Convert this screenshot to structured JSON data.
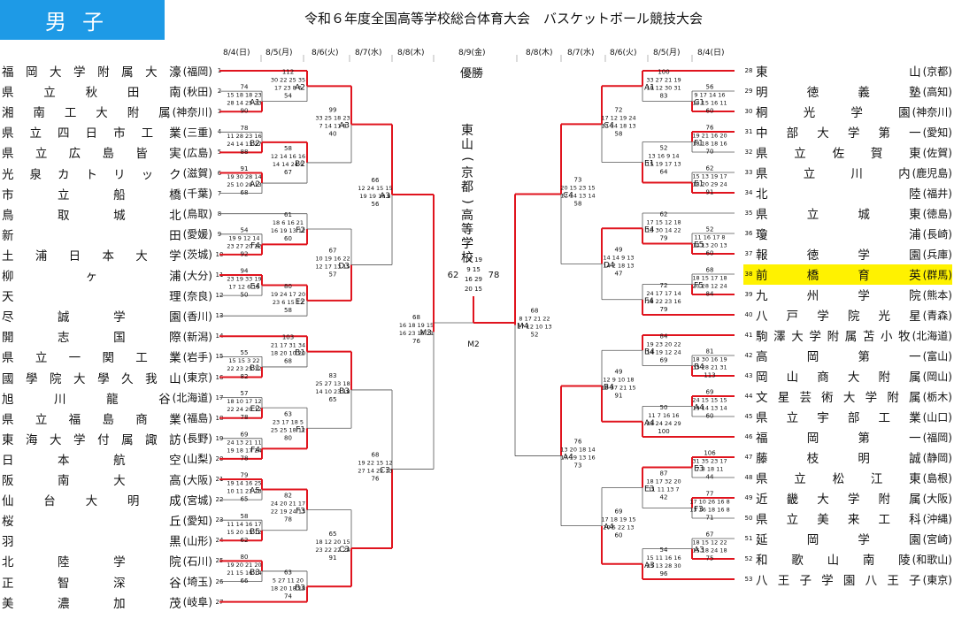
{
  "header": {
    "gender": "男子",
    "title": "令和６年度全国高等学校総合体育大会　バスケットボール競技大会"
  },
  "dates": {
    "left": [
      "8/4(日)",
      "8/5(月)",
      "8/6(火)",
      "8/7(水)",
      "8/8(木)"
    ],
    "center": "8/9(金)",
    "right": [
      "8/8(木)",
      "8/7(水)",
      "8/6(火)",
      "8/5(月)",
      "8/4(日)"
    ]
  },
  "champion": {
    "label": "優勝",
    "team": "東山",
    "pref": "京都",
    "trailing": "高等学校"
  },
  "left_teams": [
    {
      "no": "1",
      "name": "福岡大学附属大濠",
      "pref": "福岡"
    },
    {
      "no": "2",
      "name": "県立秋田南",
      "pref": "秋田"
    },
    {
      "no": "3",
      "name": "湘南工大附属",
      "pref": "神奈川"
    },
    {
      "no": "4",
      "name": "県立四日市工業",
      "pref": "三重"
    },
    {
      "no": "5",
      "name": "県立広島皆実",
      "pref": "広島"
    },
    {
      "no": "6",
      "name": "光泉カトリック",
      "pref": "滋賀"
    },
    {
      "no": "7",
      "name": "市立船橋",
      "pref": "千葉"
    },
    {
      "no": "8",
      "name": "鳥取城北",
      "pref": "鳥取"
    },
    {
      "no": "9",
      "name": "新田",
      "pref": "愛媛"
    },
    {
      "no": "10",
      "name": "土浦日本大学",
      "pref": "茨城"
    },
    {
      "no": "11",
      "name": "柳ヶ浦",
      "pref": "大分"
    },
    {
      "no": "12",
      "name": "天理",
      "pref": "奈良"
    },
    {
      "no": "13",
      "name": "尽誠学園",
      "pref": "香川"
    },
    {
      "no": "14",
      "name": "開志国際",
      "pref": "新潟"
    },
    {
      "no": "15",
      "name": "県立一関工業",
      "pref": "岩手"
    },
    {
      "no": "16",
      "name": "國學院大學久我山",
      "pref": "東京"
    },
    {
      "no": "17",
      "name": "旭川龍谷",
      "pref": "北海道"
    },
    {
      "no": "18",
      "name": "県立福島商業",
      "pref": "福島"
    },
    {
      "no": "19",
      "name": "東海大学付属諏訪",
      "pref": "長野"
    },
    {
      "no": "20",
      "name": "日本航空",
      "pref": "山梨"
    },
    {
      "no": "21",
      "name": "阪南大高",
      "pref": "大阪"
    },
    {
      "no": "22",
      "name": "仙台大明成",
      "pref": "宮城"
    },
    {
      "no": "23",
      "name": "桜丘",
      "pref": "愛知"
    },
    {
      "no": "24",
      "name": "羽黒",
      "pref": "山形"
    },
    {
      "no": "25",
      "name": "北陸学院",
      "pref": "石川"
    },
    {
      "no": "26",
      "name": "正智深谷",
      "pref": "埼玉"
    },
    {
      "no": "27",
      "name": "美濃加茂",
      "pref": "岐阜"
    }
  ],
  "right_teams": [
    {
      "no": "28",
      "name": "東山",
      "pref": "京都"
    },
    {
      "no": "29",
      "name": "明徳義塾",
      "pref": "高知"
    },
    {
      "no": "30",
      "name": "桐光学園",
      "pref": "神奈川"
    },
    {
      "no": "31",
      "name": "中部大学第一",
      "pref": "愛知"
    },
    {
      "no": "32",
      "name": "県立佐賀東",
      "pref": "佐賀"
    },
    {
      "no": "33",
      "name": "県立川内",
      "pref": "鹿児島"
    },
    {
      "no": "34",
      "name": "北陸",
      "pref": "福井"
    },
    {
      "no": "35",
      "name": "県立城東",
      "pref": "徳島"
    },
    {
      "no": "36",
      "name": "瓊浦",
      "pref": "長崎"
    },
    {
      "no": "37",
      "name": "報徳学園",
      "pref": "兵庫"
    },
    {
      "no": "38",
      "name": "前橋育英",
      "pref": "群馬",
      "highlight": "#fff200"
    },
    {
      "no": "39",
      "name": "九州学院",
      "pref": "熊本"
    },
    {
      "no": "40",
      "name": "八戸学院光星",
      "pref": "青森"
    },
    {
      "no": "41",
      "name": "駒澤大学附属苫小牧",
      "pref": "北海道"
    },
    {
      "no": "42",
      "name": "高岡第一",
      "pref": "富山"
    },
    {
      "no": "43",
      "name": "岡山商大附属",
      "pref": "岡山"
    },
    {
      "no": "44",
      "name": "文星芸術大学附属",
      "pref": "栃木"
    },
    {
      "no": "45",
      "name": "県立宇部工業",
      "pref": "山口"
    },
    {
      "no": "46",
      "name": "福岡第一",
      "pref": "福岡"
    },
    {
      "no": "47",
      "name": "藤枝明誠",
      "pref": "静岡"
    },
    {
      "no": "48",
      "name": "県立松江東",
      "pref": "島根"
    },
    {
      "no": "49",
      "name": "近畿大学附属",
      "pref": "大阪"
    },
    {
      "no": "50",
      "name": "県立美来工科",
      "pref": "沖縄"
    },
    {
      "no": "51",
      "name": "延岡学園",
      "pref": "宮崎"
    },
    {
      "no": "52",
      "name": "和歌山南陵",
      "pref": "和歌山"
    },
    {
      "no": "53",
      "name": "八王子学園八王子",
      "pref": "東京"
    }
  ],
  "final": {
    "left_total": "62",
    "right_total": "78",
    "quarters": [
      [
        "17",
        "19"
      ],
      [
        "9",
        "15"
      ],
      [
        "16",
        "29"
      ],
      [
        "20",
        "15"
      ]
    ]
  },
  "scores": {
    "L_r1_1": {
      "court": "A1",
      "top": "74",
      "top_q": "15 18 18 23",
      "bot_q": "28 14 25 23",
      "bot": "90"
    },
    "L_r1_2": {
      "court": "B2",
      "top": "78",
      "top_q": "11 28 23 16",
      "bot_q": "24 14 13 27",
      "bot": "88"
    },
    "L_r1_3": {
      "court": "A2",
      "top": "91",
      "top_q": "19 30 28 14",
      "bot_q": "25 10 20 13",
      "bot": "68"
    },
    "L_r1_4": {
      "court": "F4",
      "top": "54",
      "top_q": "19 9 12 14",
      "bot_q": "23 27 20 22",
      "bot": "92"
    },
    "L_r1_5": {
      "court": "E4",
      "top": "94",
      "top_q": "23 19 33 19",
      "bot_q": "17 12 6 15",
      "bot": "50"
    },
    "L_r1_6": {
      "court": "B1",
      "top": "55",
      "top_q": "15 15 3 22",
      "bot_q": "22 23 25 12",
      "bot": "82"
    },
    "L_r1_7": {
      "court": "E2",
      "top": "57",
      "top_q": "18 10 17 12",
      "bot_q": "22 24 20 12",
      "bot": "78"
    },
    "L_r1_8": {
      "court": "F4",
      "top": "69",
      "top_q": "24 13 21 11",
      "bot_q": "19 18 17 24",
      "bot": "78"
    },
    "L_r1_9": {
      "court": "A5",
      "top": "79",
      "top_q": "19 14 16 25",
      "bot_q": "10 11 21 23",
      "bot": "65"
    },
    "L_r1_10": {
      "court": "B5",
      "top": "58",
      "top_q": "11 14 16 17",
      "bot_q": "15 20 15 12",
      "bot": "62"
    },
    "L_r1_11": {
      "court": "B3",
      "top": "80",
      "top_q": "19 20 21 20",
      "bot_q": "21 15 16 14",
      "bot": "66"
    },
    "L_r2_1": {
      "court": "A2",
      "top": "112",
      "top_q": "30 22 25 35",
      "bot_q": "17 23 8 6",
      "bot": "54"
    },
    "L_r2_2": {
      "court": "B2",
      "top": "58",
      "top_q": "12 14 16 16",
      "bot_q": "14 14 24 5",
      "bot": "67"
    },
    "L_r2_3": {
      "court": "F2",
      "top": "61",
      "top_q": "18 6 16 21",
      "bot_q": "16 19 13 12",
      "bot": "60"
    },
    "L_r2_4": {
      "court": "E2",
      "top": "80",
      "top_q": "19 24 17 20",
      "bot_q": "23 6 15 12",
      "bot": "58"
    },
    "L_r2_5": {
      "court": "B1",
      "top": "103",
      "top_q": "21 17 31 34",
      "bot_q": "18 20 10 20",
      "bot": "68"
    },
    "L_r2_6": {
      "court": "F1",
      "top": "63",
      "top_q": "23 17 18 5",
      "bot_q": "25 25 18 12",
      "bot": "80"
    },
    "L_r2_7": {
      "court": "F3",
      "top": "82",
      "top_q": "24 20 21 17",
      "bot_q": "22 19 24 13",
      "bot": "78"
    },
    "L_r2_8": {
      "court": "B3",
      "top": "63",
      "top_q": "5 27 11 20",
      "bot_q": "18 20 18 18",
      "bot": "74"
    },
    "L_r3_1": {
      "court": "A3",
      "top": "99",
      "top_q": "33 25 18 23",
      "bot_q": "7 14 11 8",
      "bot": "40"
    },
    "L_r3_2": {
      "court": "D3",
      "top": "67",
      "top_q": "10 19 16 22",
      "bot_q": "12 17 13 15",
      "bot": "57"
    },
    "L_r3_3": {
      "court": "B3",
      "top": "83",
      "top_q": "25 27 13 18",
      "bot_q": "14 10 23 18",
      "bot": "65"
    },
    "L_r3_4": {
      "court": "C3",
      "top": "65",
      "top_q": "18 12 20 15",
      "bot_q": "23 22 22 24",
      "bot": "91"
    },
    "L_r4_1": {
      "court": "A3",
      "top": "66",
      "top_q": "12 24 15 15",
      "bot_q": "19 19 10 8",
      "bot": "56"
    },
    "L_r4_2": {
      "court": "C3",
      "top": "68",
      "top_q": "19 22 15 12",
      "bot_q": "27 14 22 13",
      "bot": "76"
    },
    "L_sf": {
      "court": "M3",
      "top": "68",
      "top_q": "16 18 19 15",
      "bot_q": "16 23 16 21",
      "bot": "76"
    },
    "R_sf": {
      "court": "M4",
      "top": "68",
      "top_q": "8 17 21 22",
      "bot_q": "17 12 10 13",
      "bot": "52"
    },
    "R_r4_1": {
      "court": "C4",
      "top": "73",
      "top_q": "20 15 23 15",
      "bot_q": "17 14 13 14",
      "bot": "58"
    },
    "R_r4_2": {
      "court": "A4",
      "top": "76",
      "top_q": "13 20 18 14",
      "bot_q": "17 19 13 16",
      "bot": "73"
    },
    "R_r3_1": {
      "court": "C4",
      "top": "72",
      "top_q": "17 12 19 24",
      "bot_q": "13 14 18 13",
      "bot": "58"
    },
    "R_r3_2": {
      "court": "D4",
      "top": "49",
      "top_q": "14 14 9 13",
      "bot_q": "14 2 18 13",
      "bot": "47"
    },
    "R_r3_3": {
      "court": "B4",
      "top": "49",
      "top_q": "12 9 10 18",
      "bot_q": "18 37 21 15",
      "bot": "91"
    },
    "R_r3_4": {
      "court": "A4",
      "top": "69",
      "top_q": "17 18 19 15",
      "bot_q": "20 5 22 13",
      "bot": "60"
    },
    "R_r2_1": {
      "court": "A1",
      "top": "100",
      "top_q": "33 27 21 19",
      "bot_q": "10 12 30 31",
      "bot": "83"
    },
    "R_r2_2": {
      "court": "E1",
      "top": "52",
      "top_q": "13 16 9 14",
      "bot_q": "15 19 17 13",
      "bot": "64"
    },
    "R_r2_3": {
      "court": "E4",
      "top": "62",
      "top_q": "17 15 12 18",
      "bot_q": "13 30 14 22",
      "bot": "79"
    },
    "R_r2_4": {
      "court": "F4",
      "top": "72",
      "top_q": "24 17 17 14",
      "bot_q": "18 22 23 16",
      "bot": "79"
    },
    "R_r2_5": {
      "court": "B4",
      "top": "84",
      "top_q": "19 23 20 22",
      "bot_q": "14 19 12 24",
      "bot": "69"
    },
    "R_r2_6": {
      "court": "A4",
      "top": "50",
      "top_q": "11 7 16 16",
      "bot_q": "23 24 24 29",
      "bot": "100"
    },
    "R_r2_7": {
      "court": "E3",
      "top": "87",
      "top_q": "18 17 32 20",
      "bot_q": "11 11 13 7",
      "bot": "42"
    },
    "R_r2_8": {
      "court": "A3",
      "top": "54",
      "top_q": "15 11 16 16",
      "bot_q": "25 13 28 30",
      "bot": "96"
    },
    "R_r1_1": {
      "court": "C1",
      "top": "56",
      "top_q": "9 17 14 16",
      "bot_q": "18 15 16 11",
      "bot": "60"
    },
    "R_r1_2": {
      "court": "F1",
      "top": "76",
      "top_q": "19 21 16 20",
      "bot_q": "18 18 18 16",
      "bot": "70"
    },
    "R_r1_3": {
      "court": "E1",
      "top": "62",
      "top_q": "15 13 19 17",
      "bot_q": "18 20 29 24",
      "bot": "91"
    },
    "R_r1_4": {
      "court": "E5",
      "top": "52",
      "top_q": "11 16 17 8",
      "bot_q": "14 13 20 13",
      "bot": "60"
    },
    "R_r1_5": {
      "court": "F5",
      "top": "68",
      "top_q": "18 15 17 18",
      "bot_q": "20 28 12 24",
      "bot": "84"
    },
    "R_r1_6": {
      "court": "B4",
      "top": "81",
      "top_q": "18 30 16 19",
      "bot_q": "33 28 21 31",
      "bot": "113"
    },
    "R_r1_7": {
      "court": "A4",
      "top": "69",
      "top_q": "24 15 15 15",
      "bot_q": "19 14 13 14",
      "bot": "60"
    },
    "R_r1_8": {
      "court": "E3",
      "top": "106",
      "top_q": "31 35 23 17",
      "bot_q": "7 8 18 11",
      "bot": "44"
    },
    "R_r1_9": {
      "court": "F3",
      "top": "77",
      "top_q": "17 10 26 16 8",
      "bot_q": "13 16 18 16 8",
      "bot": "71"
    },
    "R_r1_10": {
      "court": "A3",
      "top": "67",
      "top_q": "18 15 12 22",
      "bot_q": "15 18 24 18",
      "bot": "75"
    }
  }
}
